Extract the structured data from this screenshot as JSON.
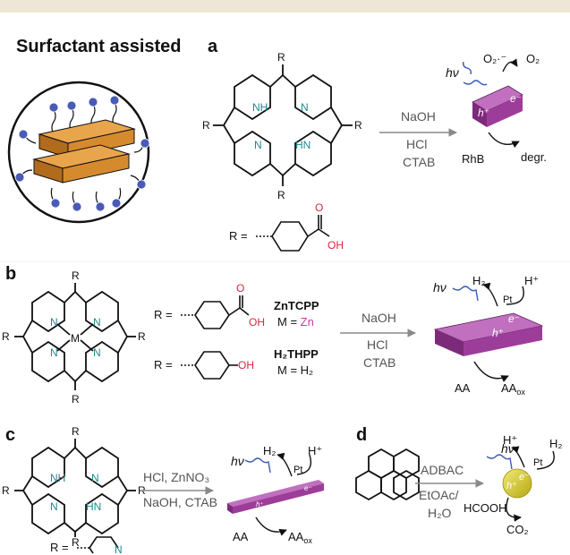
{
  "section_title": "Surfactant assisted",
  "panels": {
    "a": {
      "label": "a",
      "substituent": "R",
      "nh1": "NH",
      "n1": "N",
      "n2": "N",
      "nh2": "HN",
      "r_eq": "R =",
      "acid_O": "O",
      "acid_OH": "OH",
      "conditions": [
        "NaOH",
        "HCl",
        "CTAB"
      ],
      "hv": "hν",
      "o2_minus": "O₂·⁻",
      "o2": "O₂",
      "electron": "e⁻",
      "hole": "h⁺",
      "rhb": "RhB",
      "degr": "degr."
    },
    "b": {
      "label": "b",
      "substituent": "R",
      "metal": "M",
      "n": "N",
      "r_eq1": "R =",
      "r_eq2": "R =",
      "acid_O": "O",
      "acid_OH": "OH",
      "phenol_OH": "OH",
      "name1": "ZnTCPP",
      "m_eq1": "M = ",
      "metal1": "Zn",
      "name2": "H₂THPP",
      "m_eq2": "M = H₂",
      "conditions": [
        "NaOH",
        "HCl",
        "CTAB"
      ],
      "hv": "hν",
      "h2": "H₂",
      "pt": "Pt",
      "hplus": "H⁺",
      "electron": "e⁻",
      "hole": "h⁺",
      "aa": "AA",
      "aa_ox": "AA",
      "ox": "ox"
    },
    "c": {
      "label": "c",
      "substituent": "R",
      "nh1": "NH",
      "n1": "N",
      "n2": "N",
      "nh2": "HN",
      "r_eq": "R =",
      "pyridine_N": "N",
      "conditions_top": "HCl, ZnNO₃",
      "conditions_bottom": "NaOH, CTAB",
      "hv": "hν",
      "h2": "H₂",
      "pt": "Pt",
      "hplus": "H⁺",
      "electron": "e⁻",
      "hole": "h⁺",
      "aa": "AA",
      "aa_ox": "AA",
      "ox": "ox"
    },
    "d": {
      "label": "d",
      "conditions": [
        "ADBAC",
        "EtOAc/",
        "H₂O"
      ],
      "hv": "hν",
      "hplus": "H⁺",
      "pt": "Pt",
      "h2": "H₂",
      "hole": "h⁺",
      "electron": "e⁻",
      "hcooh": "HCOOH",
      "co2": "CO₂"
    }
  },
  "colors": {
    "topbar": "#efe7d6",
    "nitrogen": "#1f8a8f",
    "oxygen": "#d7263d",
    "zinc": "#c2409f",
    "arrow": "#8a8a8a",
    "wavy": "#3b5bb5",
    "surfactant_head": "#4a5ab8",
    "stack_orange": "#d68a2e",
    "sheet_purple": "#9d3d9a",
    "particle_yellow": "#d9cc2a"
  }
}
